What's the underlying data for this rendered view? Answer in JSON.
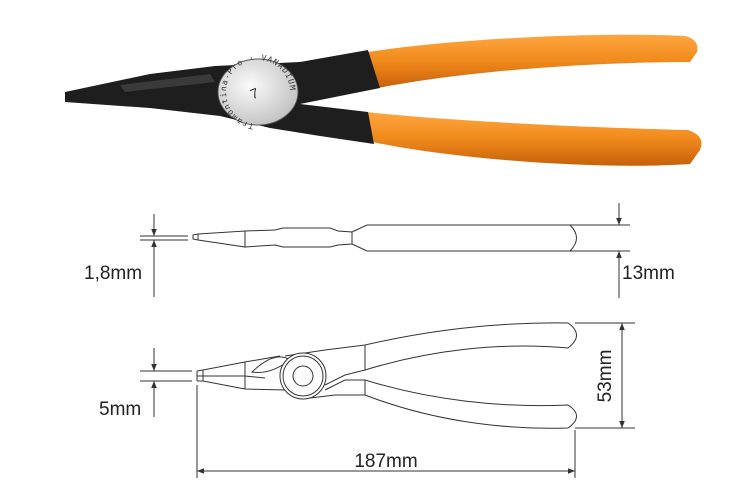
{
  "product_photo": {
    "brand_engraving": "Tramontina-Pro",
    "steel_engraving": "VANADIUM",
    "size_marking": "7",
    "colors": {
      "handle": "#f08a1c",
      "handle_shade": "#c8600a",
      "steel": "#1e1e1e",
      "badge": "#e6e6e6"
    }
  },
  "side_view": {
    "tip_thickness_label": "1,8mm",
    "handle_thickness_label": "13mm"
  },
  "top_view": {
    "tip_width_label": "5mm",
    "handle_span_label": "53mm",
    "overall_length_label": "187mm"
  }
}
